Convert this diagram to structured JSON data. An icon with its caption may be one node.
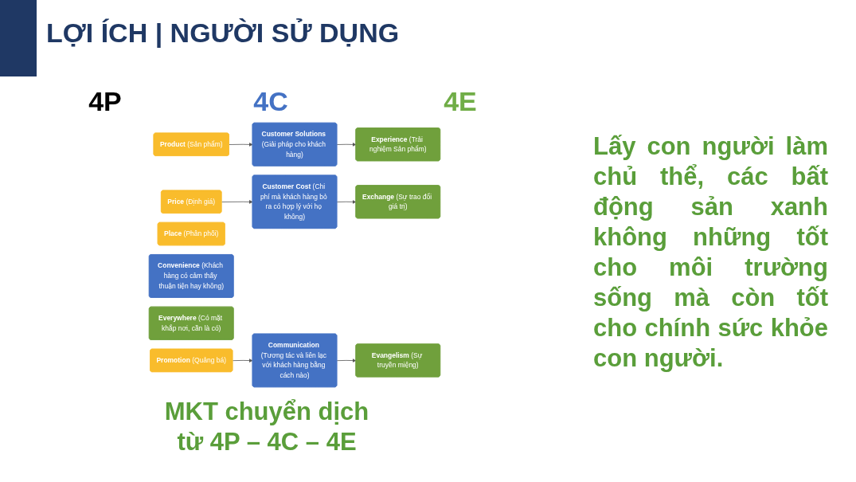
{
  "diagram": {
    "title": "LỢI ÍCH | NGƯỜI SỬ DỤNG",
    "caption": "MKT chuyển dịch từ 4P – 4C – 4E",
    "nodes": [
      {
        "text": [
          "**Product** (Sản phẩm)"
        ]
      },
      {
        "text": [
          "**Customer Solutions** (Giải pháp cho khách hàng)"
        ]
      },
      {
        "text": [
          "**Experience** (Trải nghiệm Sản phẩm)"
        ]
      },
      {
        "text": [
          "**Price** (Định giá)"
        ]
      },
      {
        "text": [
          "**Customer Cost** (Chi phí mà khách hàng bỏ ra có hợp lý với họ không)"
        ]
      },
      {
        "text": [
          "**Exchange** (Sự trao đổi giá trị)"
        ]
      },
      {
        "text": [
          "**Place** (Phân phối)"
        ]
      },
      {
        "text": [
          "**Convenience** (Khách hàng có cảm thấy thuận tiện hay không)"
        ]
      },
      {
        "text": [
          "**Everywhere** (Có mặt khắp nơi, cần là có)"
        ]
      },
      {
        "text": [
          "**Promotion** (Quảng bá)"
        ]
      },
      {
        "text": [
          "**Communication** (Tương tác và liên lạc với khách hàng bằng cách nào)"
        ]
      },
      {
        "text": [
          "**Evangelism** (Sự truyền miệng)"
        ]
      }
    ],
    "edges": [
      {
        "from": 0,
        "to": 1,
        "arrow": "to"
      },
      {
        "from": 1,
        "to": 2,
        "arrow": "to"
      },
      {
        "from": 3,
        "to": 4,
        "arrow": "to"
      },
      {
        "from": 4,
        "to": 5,
        "arrow": "to"
      },
      {
        "from": 9,
        "to": 10,
        "arrow": "to"
      },
      {
        "from": 10,
        "to": 11,
        "arrow": "to"
      }
    ],
    "labels": [
      "4P",
      "4C",
      "4E",
      "Lấy con người làm chủ thể, các bất động sản xanh không những tốt cho môi trường sống mà còn tốt cho chính sức khỏe con người."
    ]
  }
}
